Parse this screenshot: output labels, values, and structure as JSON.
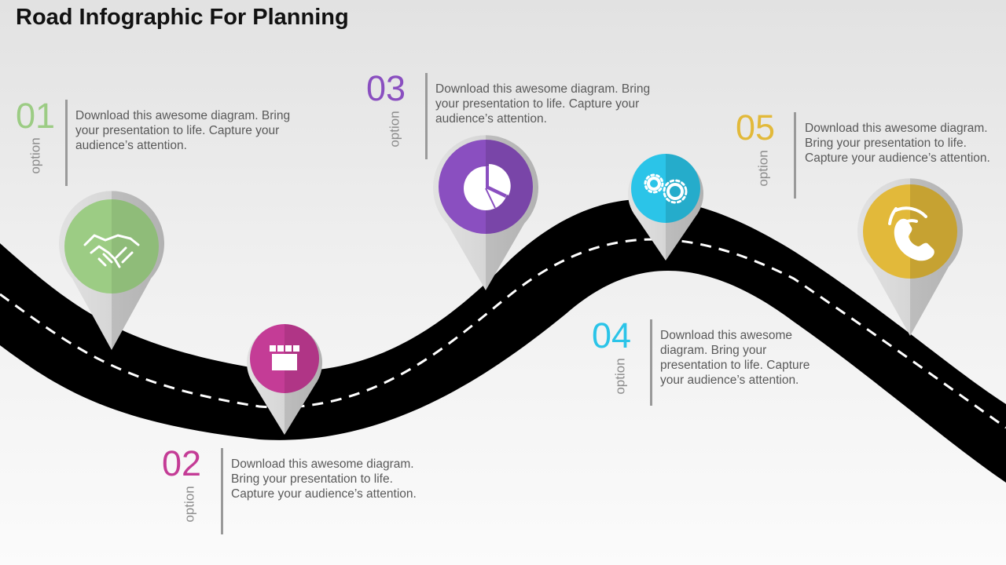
{
  "title": "Road Infographic For Planning",
  "colors": {
    "road": "#000000",
    "road_dash": "#ffffff",
    "pin_body": "#d7d7d7",
    "pin_shadow": "#b9b9b9",
    "option_01": "#9ccc84",
    "option_02": "#c43c96",
    "option_03": "#8a4fc0",
    "option_04": "#2bc4e8",
    "option_05": "#e2b93a"
  },
  "options": [
    {
      "number": "01",
      "label": "option",
      "icon": "handshake-icon",
      "text": "Download this awesome diagram. Bring your presentation to life. Capture your audience’s attention."
    },
    {
      "number": "02",
      "label": "option",
      "icon": "box-icon",
      "text": "Download this awesome diagram. Bring your presentation to life. Capture your audience’s attention."
    },
    {
      "number": "03",
      "label": "option",
      "icon": "pie-chart-icon",
      "text": "Download this awesome diagram. Bring your presentation to life. Capture your audience’s attention."
    },
    {
      "number": "04",
      "label": "option",
      "icon": "gears-icon",
      "text": "Download this awesome diagram. Bring your presentation to life. Capture your audience’s attention."
    },
    {
      "number": "05",
      "label": "option",
      "icon": "phone-icon",
      "text": "Download this awesome diagram. Bring your presentation to life. Capture your audience’s attention."
    }
  ]
}
